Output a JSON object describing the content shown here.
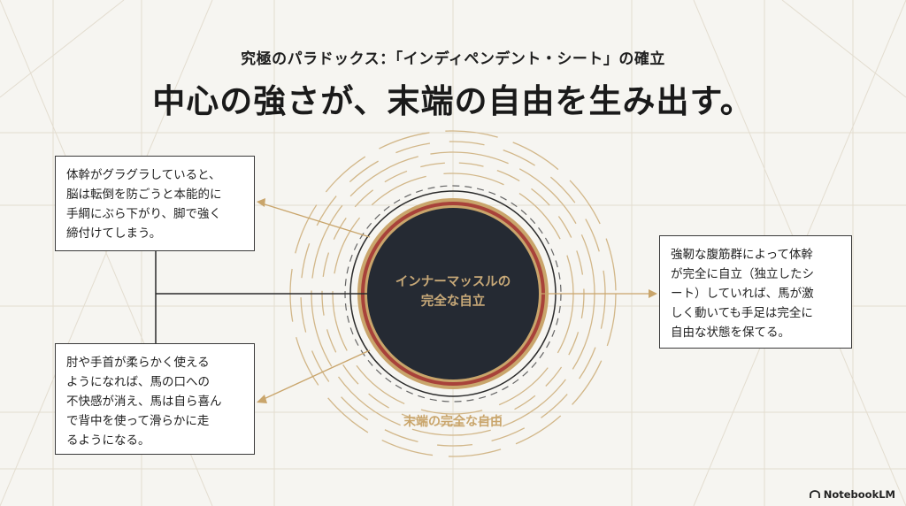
{
  "header": {
    "subtitle": "究極のパラドックス：「インディペンデント・シート」の確立",
    "title": "中心の強さが、末端の自由を生み出す。"
  },
  "diagram": {
    "center_label": "インナーマッスルの\n完全な自立",
    "outer_label": "末端の完全な自由",
    "boxes": {
      "top_left": "体幹がグラグラしていると、\n脳は転倒を防ごうと本能的に\n手綱にぶら下がり、脚で強く\n締付けてしまう。",
      "bottom_left": "肘や手首が柔らかく使える\nようになれば、馬の口への\n不快感が消え、馬は自ら喜ん\nで背中を使って滑らかに走\nるようになる。",
      "right": "強靭な腹筋群によって体幹\nが完全に自立（独立したシ\nート）していれば、馬が激\nしく動いても手足は完全に\n自由な状態を保てる。"
    },
    "colors": {
      "core": "#252a33",
      "accent_red": "#a8423a",
      "gold": "#c9a56b",
      "outline": "#3a3a3a"
    }
  },
  "watermark": "NotebookLM"
}
